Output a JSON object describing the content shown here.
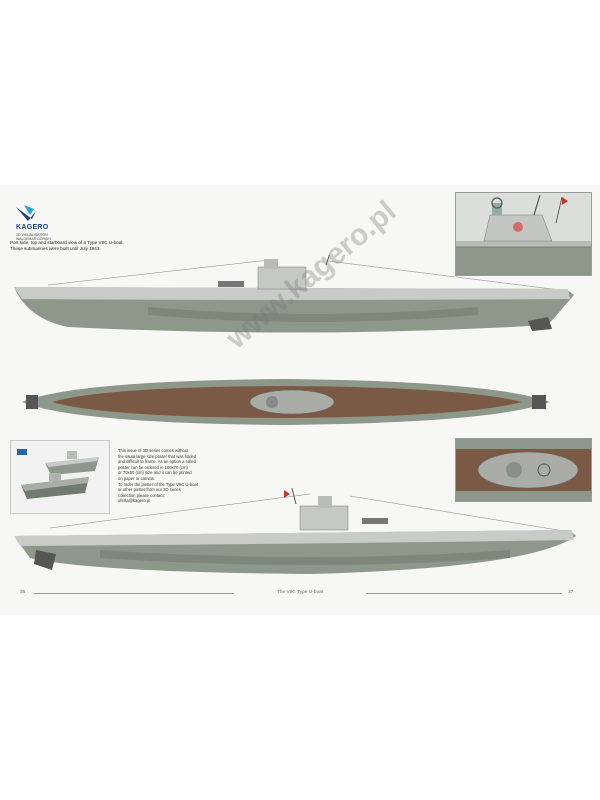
{
  "brand": {
    "name": "KAGERO",
    "sub_lines": [
      "3D VISUALISATION",
      "WALDEMAR GÓRSKI"
    ]
  },
  "caption": {
    "lines": [
      "Port side, top and starboard view of a Type VIIC U-boat.",
      "These submarines were built until July 1943."
    ]
  },
  "blurb": {
    "lines": [
      "This issue of 3D series comes without",
      "the usual large size poster that was folded",
      "and difficult to frame. As an option a rolled",
      "poster can be ordered in 100x70 (cm)",
      "or 70x50 (cm) size and it can be printed",
      "on paper or canvas.",
      "To order the poster of the Type VIIC U-boat",
      "or other poster from our 3D series",
      "collection please contact:",
      "oferta@kagero.pl"
    ]
  },
  "watermark": "www.kagero.pl",
  "footer": {
    "left_page": "36",
    "title": "The VIIC Type U-boat",
    "right_page": "37"
  },
  "colors": {
    "hull": "#8d988a",
    "hull_dark": "#6f7b6d",
    "upper": "#c9cbc8",
    "deck": "#7a5a44",
    "frame": "#1d3f7a",
    "flag": "#c0392b"
  }
}
